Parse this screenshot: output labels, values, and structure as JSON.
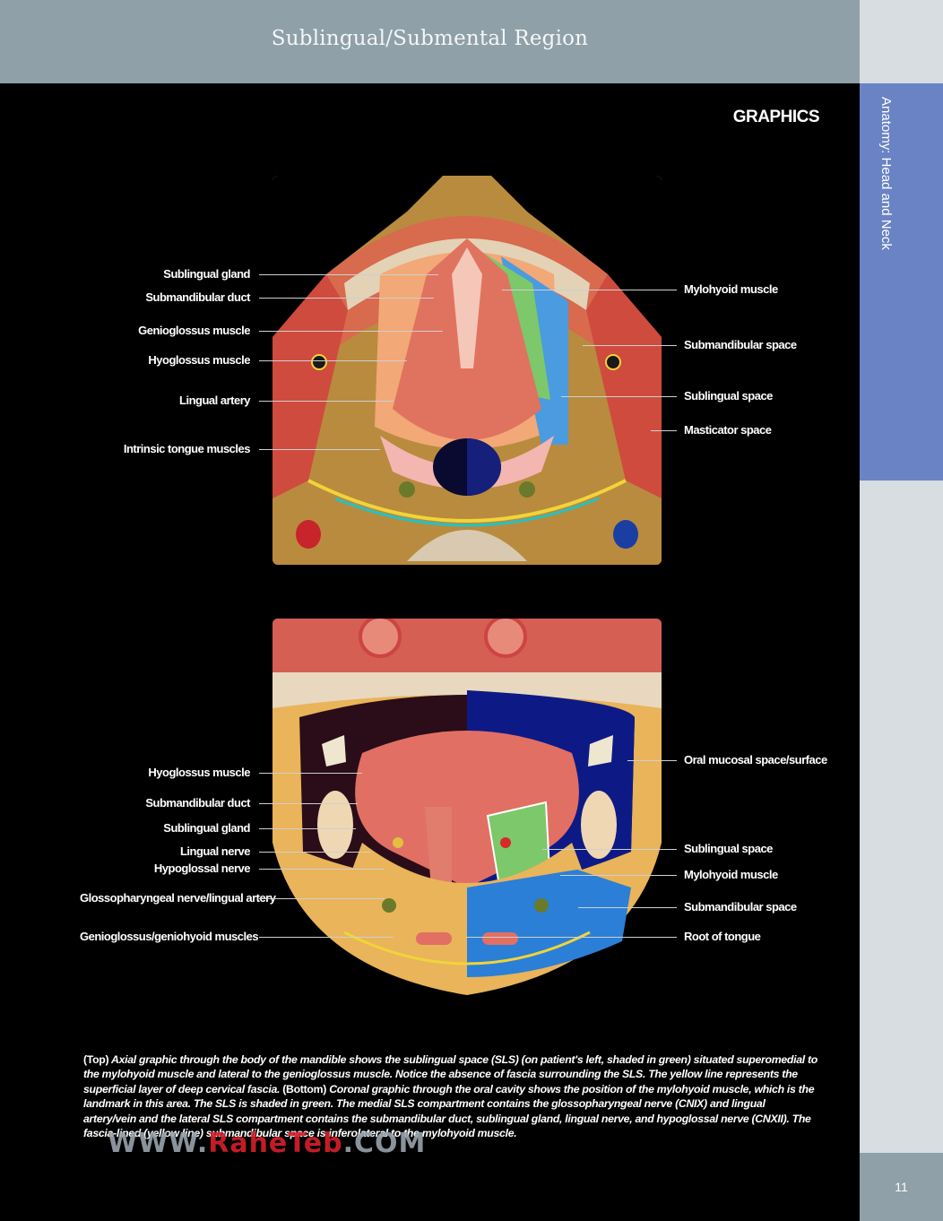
{
  "header": {
    "title": "Sublingual/Submental Region"
  },
  "side_tab": {
    "label": "Anatomy: Head and Neck"
  },
  "page_number": "11",
  "section_title": "GRAPHICS",
  "top_figure": {
    "labels_left": [
      "Sublingual gland",
      "Submandibular duct",
      "Genioglossus muscle",
      "Hyoglossus muscle",
      "Lingual artery",
      "Intrinsic tongue muscles"
    ],
    "labels_right": [
      "Mylohyoid muscle",
      "Submandibular space",
      "Sublingual space",
      "Masticator space"
    ]
  },
  "bottom_figure": {
    "labels_left": [
      "Hyoglossus muscle",
      "Submandibular duct",
      "Sublingual gland",
      "Lingual nerve",
      "Hypoglossal nerve",
      "Glossopharyngeal nerve/lingual artery",
      "Genioglossus/geniohyoid muscles"
    ],
    "labels_right": [
      "Oral mucosal space/surface",
      "Sublingual space",
      "Mylohyoid muscle",
      "Submandibular space",
      "Root of tongue"
    ]
  },
  "caption": {
    "top_tag": "(Top)",
    "top_text": "Axial graphic through the body of the mandible shows the sublingual space (SLS) (on patient's left, shaded in green) situated superomedial to the mylohyoid muscle and lateral to the genioglossus muscle. Notice the absence of fascia surrounding the SLS. The yellow line represents the superficial layer of deep cervical fascia.",
    "bottom_tag": "(Bottom)",
    "bottom_text": "Coronal graphic through the oral cavity shows the position of the mylohyoid muscle, which is the landmark in this area. The SLS is shaded in green. The medial SLS compartment contains the glossopharyngeal nerve (CNIX) and lingual artery/vein and the lateral SLS compartment contains the submandibular duct, sublingual gland, lingual nerve, and hypoglossal nerve (CNXII). The fascia-lined (yellow line) submandibular space is inferolateral to the mylohyoid muscle."
  },
  "watermark": {
    "prefix": "WWW.",
    "brand": "RaheTeb",
    "suffix": ".COM"
  }
}
